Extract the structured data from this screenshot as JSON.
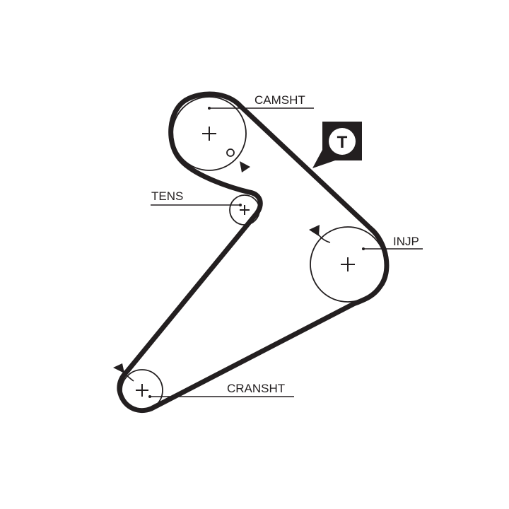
{
  "colors": {
    "belt": "#231f20",
    "pulley": "#231f20",
    "background": "#ffffff",
    "badge_bg": "#231f20",
    "badge_fg": "#ffffff"
  },
  "pulleys": {
    "camshaft": {
      "label": "CAMSHT"
    },
    "tensioner": {
      "label": "TENS"
    },
    "injection_pump": {
      "label": "INJP"
    },
    "crankshaft": {
      "label": "CRANSHT"
    }
  },
  "badge": {
    "letter": "T",
    "icon": "tensioner-marker-icon"
  },
  "icons": {
    "plus": "plus-center-icon",
    "timing_mark": "timing-mark-circle-icon",
    "arrow": "rotation-arrow-icon"
  }
}
